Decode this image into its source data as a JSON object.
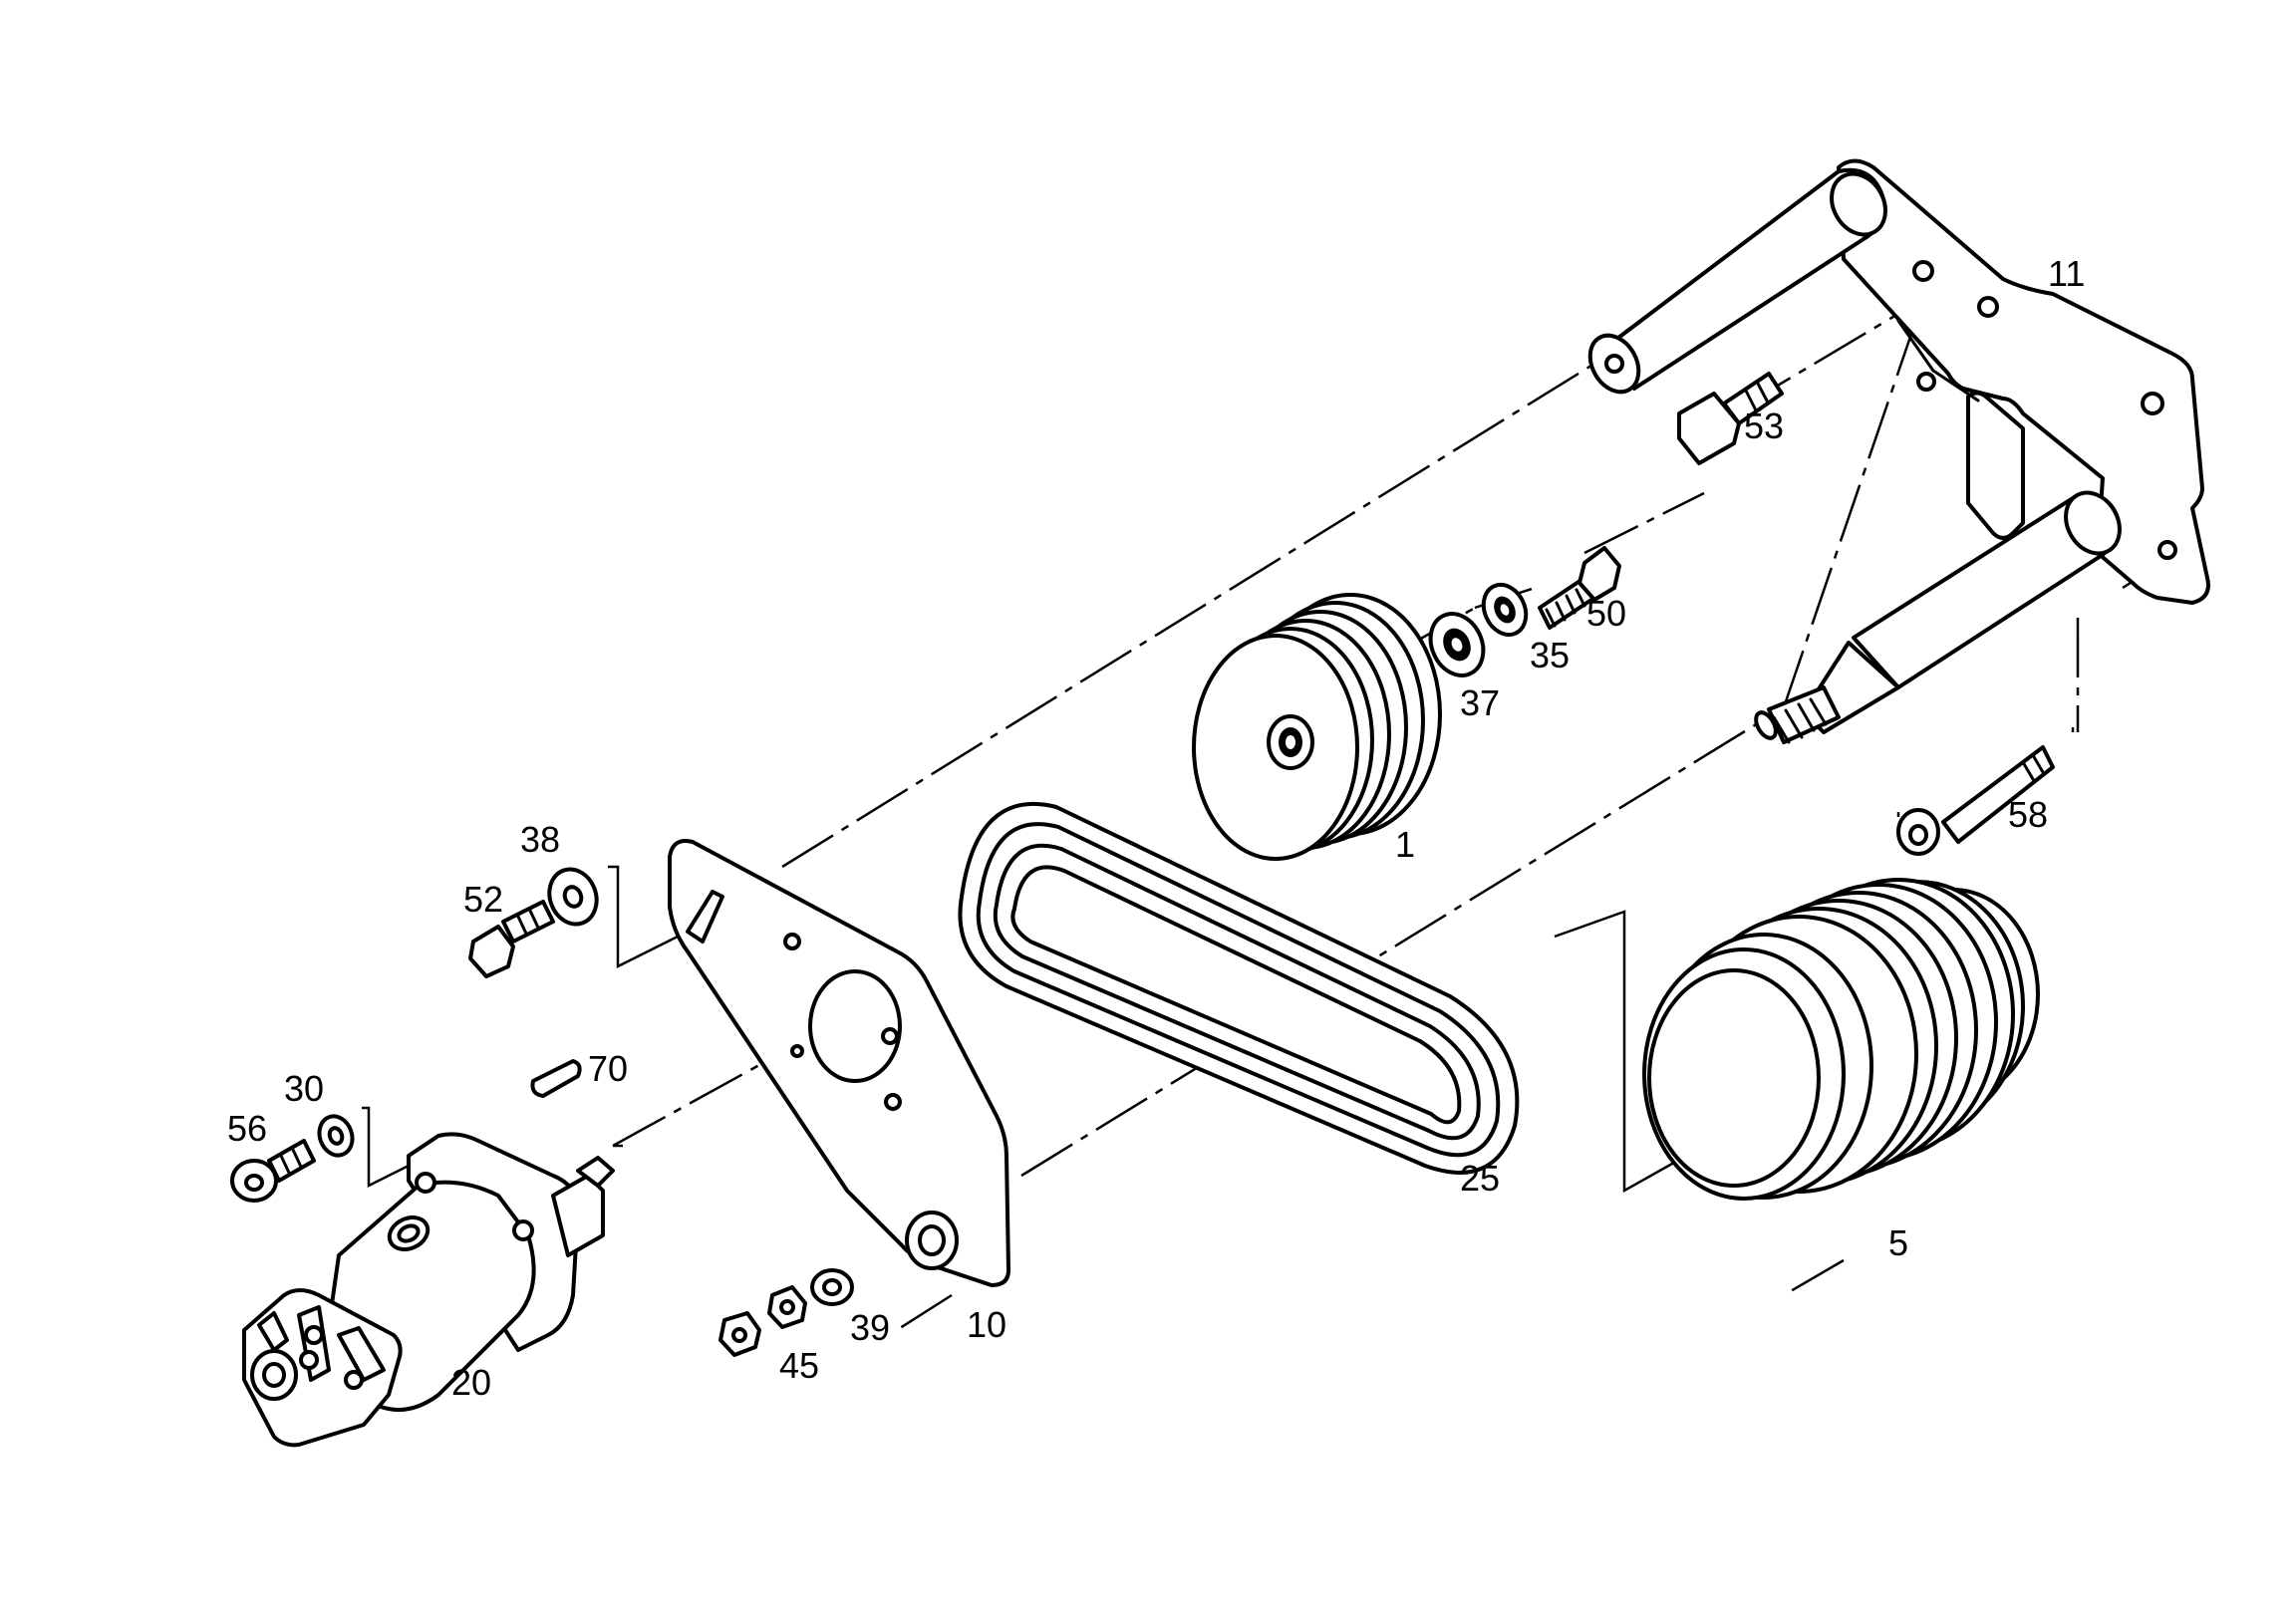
{
  "callouts": [
    {
      "id": "p11",
      "text": "11"
    },
    {
      "id": "p53",
      "text": "53"
    },
    {
      "id": "p50",
      "text": "50"
    },
    {
      "id": "p35",
      "text": "35"
    },
    {
      "id": "p37",
      "text": "37"
    },
    {
      "id": "p1",
      "text": "1"
    },
    {
      "id": "p58",
      "text": "58"
    },
    {
      "id": "p38",
      "text": "38"
    },
    {
      "id": "p52",
      "text": "52"
    },
    {
      "id": "p70",
      "text": "70"
    },
    {
      "id": "p30",
      "text": "30"
    },
    {
      "id": "p56",
      "text": "56"
    },
    {
      "id": "p20",
      "text": "20"
    },
    {
      "id": "p39",
      "text": "39"
    },
    {
      "id": "p45",
      "text": "45"
    },
    {
      "id": "p10",
      "text": "10"
    },
    {
      "id": "p25",
      "text": "25"
    },
    {
      "id": "p5",
      "text": "5"
    }
  ]
}
